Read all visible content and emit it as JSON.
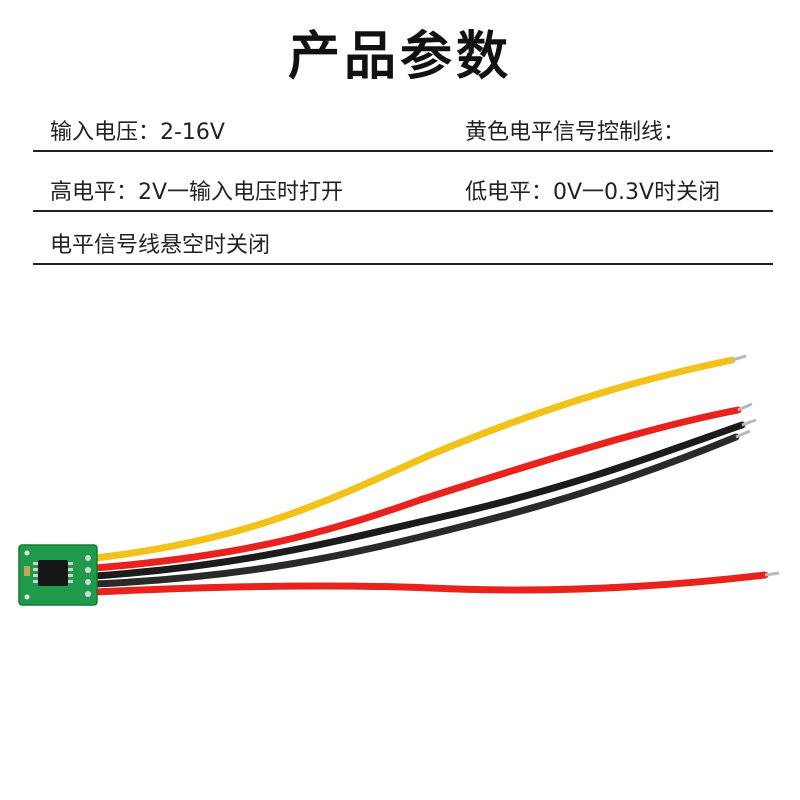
{
  "title": "产品参数",
  "specs": {
    "row1": {
      "left": "输入电压：2-16V",
      "right": "黄色电平信号控制线："
    },
    "row2": {
      "left": "高电平：2V一输入电压时打开",
      "right": "低电平：0V一0.3V时关闭"
    },
    "row3": {
      "left": "电平信号线悬空时关闭"
    }
  },
  "colors": {
    "yellow_wire": "#f2c21a",
    "red_wire": "#e8231e",
    "black_wire": "#1c1c1c",
    "pcb": "#1f9a4a",
    "rule": "#222222"
  }
}
